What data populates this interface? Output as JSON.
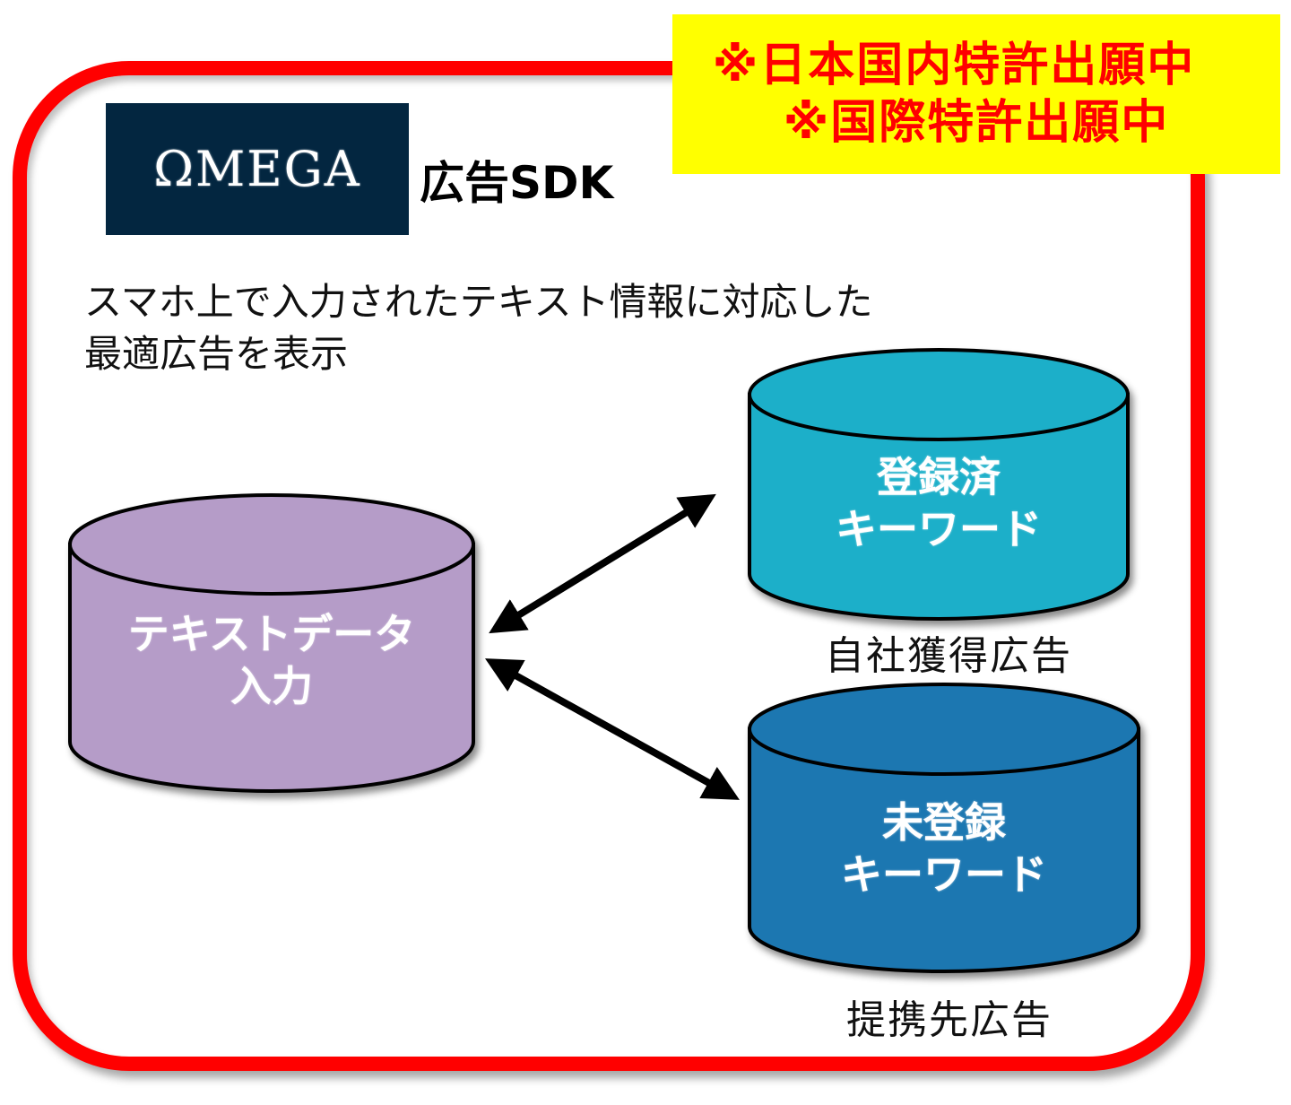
{
  "notice": {
    "line1": "※日本国内特許出願中",
    "line2": "※国際特許出願中",
    "background": "#ffff00",
    "text_color": "#ff0000"
  },
  "header": {
    "logo_text": "ΩMEGA",
    "logo_background": "#032640",
    "product_label": "広告SDK"
  },
  "description": {
    "line1": "スマホ上で入力されたテキスト情報に対応した",
    "line2": "最適広告を表示"
  },
  "frame_color": "#ff0000",
  "nodes": {
    "input": {
      "line1": "テキストデータ",
      "line2": "入力",
      "color": "#b59cc8"
    },
    "registered": {
      "line1": "登録済",
      "line2": "キーワード",
      "color": "#1cafc9",
      "caption": "自社獲得広告"
    },
    "unregistered": {
      "line1": "未登録",
      "line2": "キーワード",
      "color": "#1f77b1",
      "caption": "提携先広告"
    }
  },
  "edges": [
    {
      "from": "input",
      "to": "registered",
      "type": "bidirectional"
    },
    {
      "from": "input",
      "to": "unregistered",
      "type": "bidirectional"
    }
  ]
}
